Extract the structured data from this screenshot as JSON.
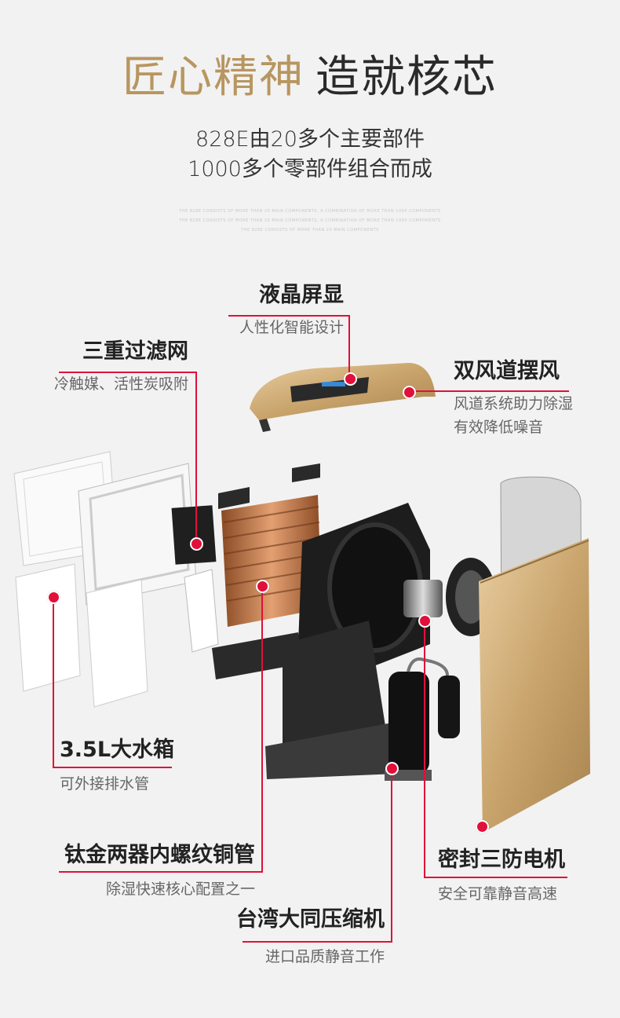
{
  "header": {
    "title_gold": "匠心精神",
    "title_dark": "造就核芯",
    "sub_line1": "828E由20多个主要部件",
    "sub_line2": "1000多个零部件组合而成",
    "fine_print": [
      "THE 828E CONSISTS OF MORE THAN 20 MAIN COMPONENTS, A COMBINATION OF MORE THAN 1000 COMPONENTS",
      "THE 828E CONSISTS OF MORE THAN 20 MAIN COMPONENTS, A COMBINATION OF MORE THAN 1000 COMPONENTS",
      "THE 828E CONSISTS OF MORE THAN 20 MAIN COMPONENTS"
    ]
  },
  "callouts": {
    "lcd": {
      "title": "液晶屏显",
      "desc": "人性化智能设计"
    },
    "filter": {
      "title": "三重过滤网",
      "desc": "冷触媒、活性炭吸附"
    },
    "airduct": {
      "title": "双风道摆风",
      "desc1": "风道系统助力除湿",
      "desc2": "有效降低噪音"
    },
    "tank": {
      "title": "3.5L大水箱",
      "desc": "可外接排水管"
    },
    "copper": {
      "title": "钛金两器内螺纹铜管",
      "desc": "除湿快速核心配置之一"
    },
    "motor": {
      "title": "密封三防电机",
      "desc": "安全可靠静音高速"
    },
    "compressor": {
      "title": "台湾大同压缩机",
      "desc": "进口品质静音工作"
    }
  },
  "colors": {
    "accent": "#e0103a",
    "gold": "#b89660",
    "background": "#f2f2f2"
  }
}
